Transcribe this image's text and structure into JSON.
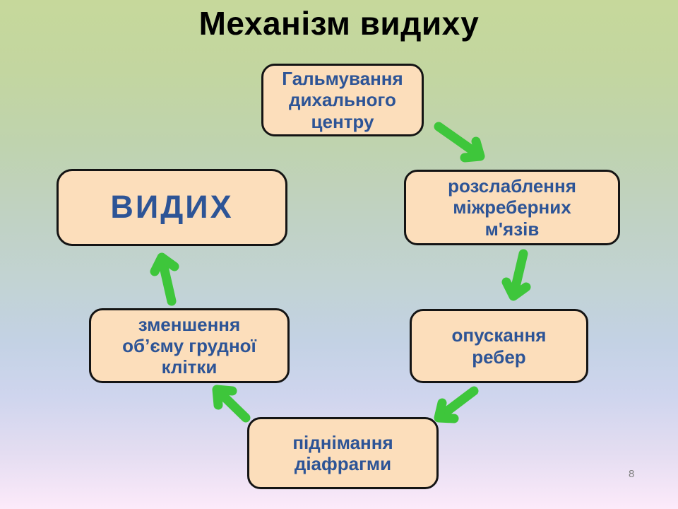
{
  "slide": {
    "title": "Механізм видиху",
    "page_number": "8"
  },
  "nodes": {
    "inhibition": {
      "label": "Гальмування\nдихального\nцентру"
    },
    "exhale": {
      "label": "ВИДИХ"
    },
    "relaxation": {
      "label": "розслаблення\nміжреберних\nм'язів"
    },
    "ribs": {
      "label": "опускання\nребер"
    },
    "volume": {
      "label": "зменшення\nоб’єму грудної\nклітки"
    },
    "diaphragm": {
      "label": "піднімання\nдіафрагми"
    }
  },
  "edges": [
    {
      "from": "inhibition",
      "to": "relaxation"
    },
    {
      "from": "relaxation",
      "to": "ribs"
    },
    {
      "from": "ribs",
      "to": "diaphragm"
    },
    {
      "from": "diaphragm",
      "to": "volume"
    },
    {
      "from": "volume",
      "to": "exhale"
    }
  ],
  "colors": {
    "box_fill": "#fcdebb",
    "box_border": "#141414",
    "box_text": "#2d5496",
    "arrow_green": "#3ec63b",
    "title_text": "#000000",
    "background_top": "#c6d89b",
    "background_bottom": "#fceafa"
  }
}
